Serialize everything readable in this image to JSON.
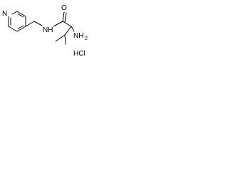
{
  "molecule": {
    "atoms": {
      "ring_nitrogen": "N",
      "amide_nitrogen": "NH",
      "carbonyl_oxygen": "O",
      "amine": "NH",
      "amine_subscript": "2",
      "salt": "HCl"
    }
  }
}
